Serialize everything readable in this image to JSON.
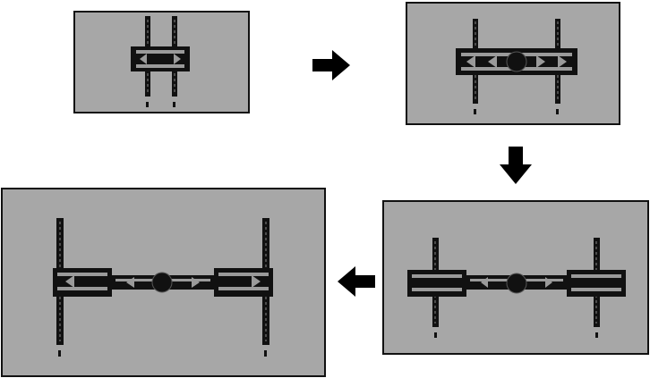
{
  "diagram": {
    "description_visible_text": [],
    "steps": [
      {
        "step": 1,
        "content": "tv-mount-collapsed"
      },
      {
        "step": 2,
        "content": "tv-mount-partially-extended"
      },
      {
        "step": 3,
        "content": "tv-mount-arms-extended"
      },
      {
        "step": 4,
        "content": "tv-mount-fully-extended"
      }
    ],
    "arrows": [
      {
        "from": 1,
        "to": 2,
        "direction": "right",
        "icon": "arrow-right-icon"
      },
      {
        "from": 2,
        "to": 3,
        "direction": "down",
        "icon": "arrow-down-icon"
      },
      {
        "from": 3,
        "to": 4,
        "direction": "left",
        "icon": "arrow-left-icon"
      }
    ]
  },
  "colors": {
    "panel_fill": "#a7a7a7",
    "panel_border": "#111111",
    "hardware": "#111111",
    "hardware_highlight": "#9a9a9a",
    "arrow": "#000000"
  }
}
